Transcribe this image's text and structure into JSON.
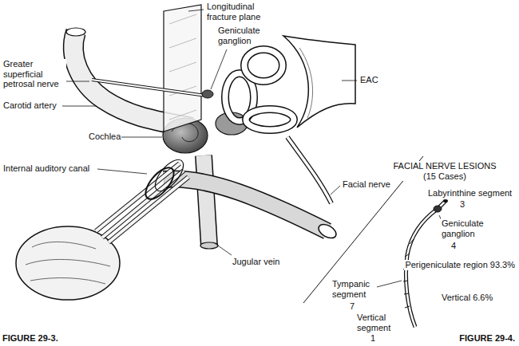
{
  "diagram": {
    "labels": [
      "Longitudinal fracture plane",
      "Geniculate ganglion",
      "Greater superficial petrosal nerve",
      "EAC",
      "Carotid artery",
      "Cochlea",
      "Internal auditory canal",
      "Facial nerve",
      "Jugular vein",
      "FACIAL NERVE LESIONS (15 Cases)",
      "Labyrinthine segment",
      "3",
      "Geniculate ganglion",
      "4",
      "Perigeniculate region 93.3%",
      "Tympanic segment",
      "7",
      "Vertical segment",
      "1",
      "Vertical 6.6%",
      "FIGURE 29-3.",
      "FIGURE 29-4."
    ]
  }
}
